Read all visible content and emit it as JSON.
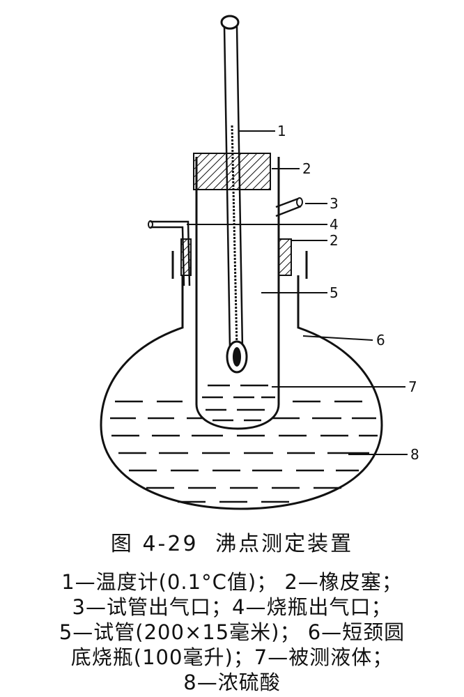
{
  "figure": {
    "number": "图 4-29",
    "title": "沸点测定装置",
    "labels": [
      "1",
      "2",
      "3",
      "4",
      "2",
      "5",
      "6",
      "7",
      "8"
    ],
    "legend_lines": [
      "1—温度计(0.1°C值)； 2—橡皮塞；",
      "3—试管出气口；4—烧瓶出气口；",
      "5—试管(200×15毫米)； 6—短颈圆",
      "底烧瓶(100毫升)；7—被测液体；",
      "8—浓硫酸"
    ]
  }
}
